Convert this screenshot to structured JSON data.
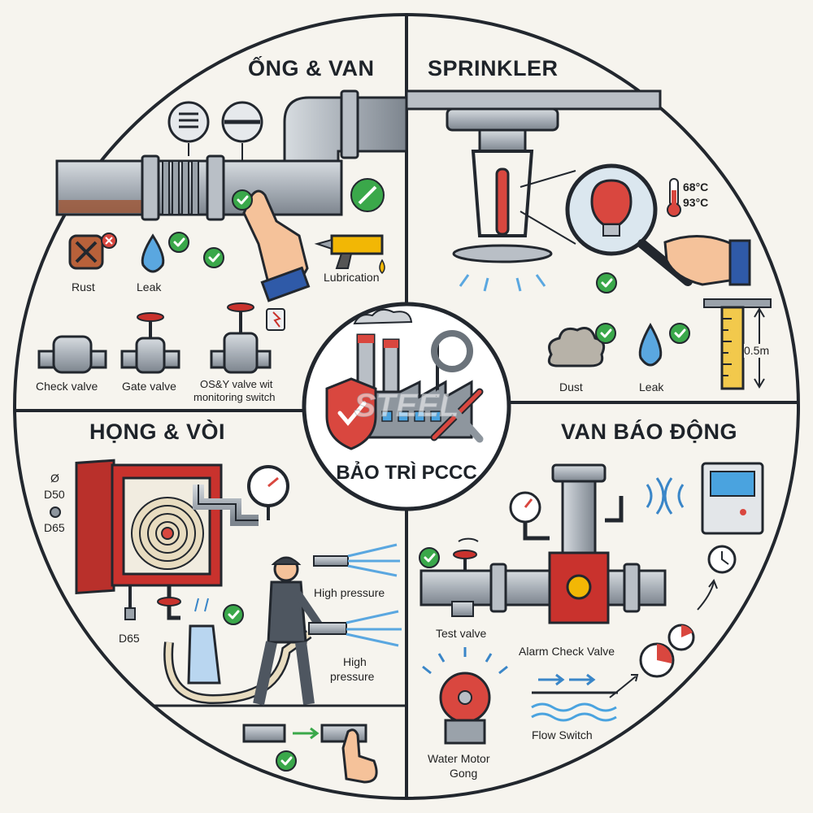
{
  "center": {
    "title": "BẢO TRÌ PCCC",
    "watermark": "STEEL"
  },
  "sections": {
    "pipes_valves": {
      "title": "ỐNG & VAN",
      "rust": "Rust",
      "leak": "Leak",
      "lubrication": "Lubrication",
      "check_valve": "Check valve",
      "gate_valve": "Gate valve",
      "osy_valve_line1": "OS&Y valve wit",
      "osy_valve_line2": "monitoring switch"
    },
    "sprinkler": {
      "title": "SPRINKLER",
      "temp_low": "68°C",
      "temp_high": "93°C",
      "dust": "Dust",
      "leak": "Leak",
      "clearance": "0.5m"
    },
    "hose_reel": {
      "title": "HỌNG & VÒI",
      "diameter_symbol": "Ø",
      "size_d50": "D50",
      "size_d65": "D65",
      "size_label": "D65",
      "high_pressure_1": "High pressure",
      "high_pressure_2_line1": "High",
      "high_pressure_2_line2": "pressure"
    },
    "alarm_valve": {
      "title": "VAN BÁO ĐỘNG",
      "test_valve": "Test valve",
      "alarm_check_valve": "Alarm Check Valve",
      "water_motor_gong_line1": "Water Motor",
      "water_motor_gong_line2": "Gong",
      "flow_switch": "Flow Switch"
    }
  },
  "colors": {
    "outline": "#22272e",
    "pipe": "#a9b0b8",
    "pipe_dark": "#7d858e",
    "red": "#c9322d",
    "check_green": "#3aa84a",
    "water_blue": "#5aa7e0",
    "bg": "#f6f4ee"
  }
}
